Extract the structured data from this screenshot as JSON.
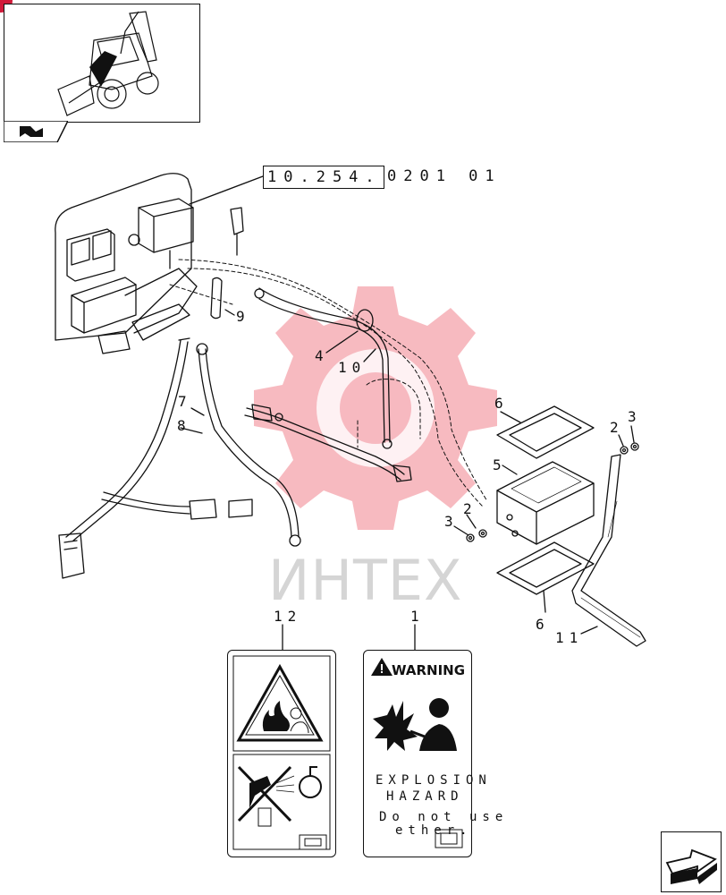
{
  "reference": {
    "boxed": "10.254.",
    "tail": "0201 01"
  },
  "callouts": {
    "p1": "1",
    "p2a": "2",
    "p2b": "2",
    "p3a": "3",
    "p3b": "3",
    "p4": "4",
    "p5": "5",
    "p6a": "6",
    "p6b": "6",
    "p7": "7",
    "p8": "8",
    "p9": "9",
    "p10": "10",
    "p11": "11",
    "p12": "12"
  },
  "warning_decal": {
    "heading": "WARNING",
    "line1": "EXPLOSION",
    "line2": "HAZARD",
    "line3": "Do not use",
    "line4": "ether."
  },
  "watermark": "ИНТЕХ",
  "colors": {
    "line": "#111111",
    "watermark_gear": "#e8394b",
    "watermark_text": "#c8c8c8",
    "corner_badge": "#d11b3a"
  },
  "icons": {
    "thumbnail": "backhoe-loader-icon",
    "nav": "next-page-arrow-icon",
    "tab": "page-flip-arrow-icon"
  }
}
